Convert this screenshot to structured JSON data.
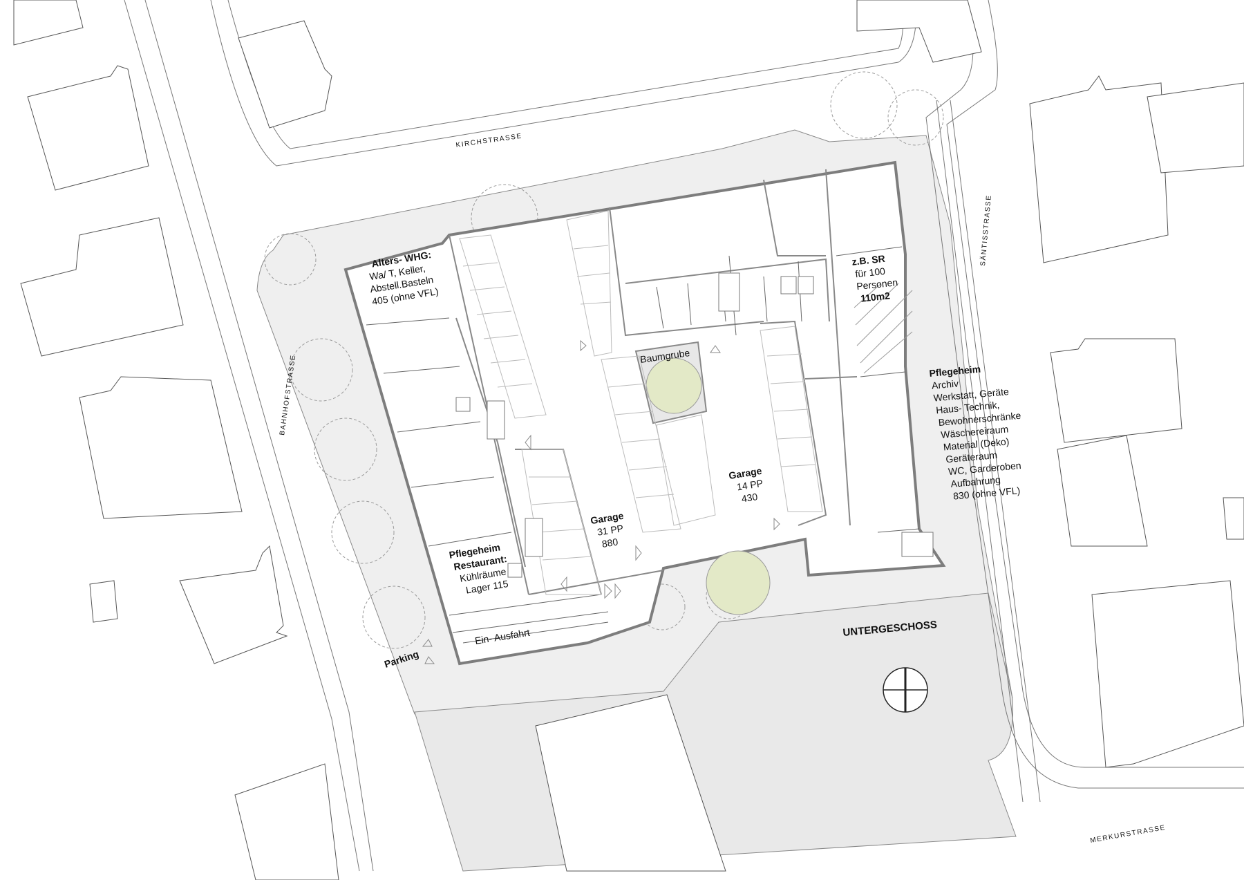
{
  "title": "UNTERGESCHOSS",
  "streets": {
    "kirch": "KIRCHSTRASSE",
    "bahnhof": "BAHNHOFSTRASSE",
    "saentis": "SÄNTISSTRASSE",
    "merkur": "MERKURSTRASSE"
  },
  "rooms": {
    "alters": {
      "title": "Alters- WHG:",
      "lines": [
        "Wa/ T, Keller,",
        "Abstell.Basteln",
        "405 (ohne VFL)"
      ]
    },
    "restaurant": {
      "title1": "Pflegeheim",
      "title2": "Restaurant:",
      "lines": [
        "Kühlräume",
        "Lager 115"
      ]
    },
    "garage_west": {
      "title": "Garage",
      "lines": [
        "31 PP",
        "880"
      ]
    },
    "garage_east": {
      "title": "Garage",
      "lines": [
        "14 PP",
        "430"
      ]
    },
    "baumgrube": {
      "label": "Baumgrube"
    },
    "einfahrt": {
      "label": "Ein- Ausfahrt"
    },
    "parking": {
      "label": "Parking"
    },
    "sr": {
      "title": "z.B. SR",
      "line1": "für 100",
      "line2": "Personen",
      "area": "110m2"
    },
    "pflegeheim": {
      "title": "Pflegeheim",
      "lines": [
        "Archiv",
        "Werkstatt, Geräte",
        "Haus- Technik,",
        "Bewohnerschränke",
        "Wäschereiraum",
        "Material (Deko)",
        "Geräteraum",
        "WC, Garderoben",
        "Aufbahrung",
        "830 (ohne VFL)"
      ]
    }
  },
  "colors": {
    "paving": "#efefef",
    "tree_fill": "#e3e9c7",
    "line": "#7d7d7d"
  }
}
